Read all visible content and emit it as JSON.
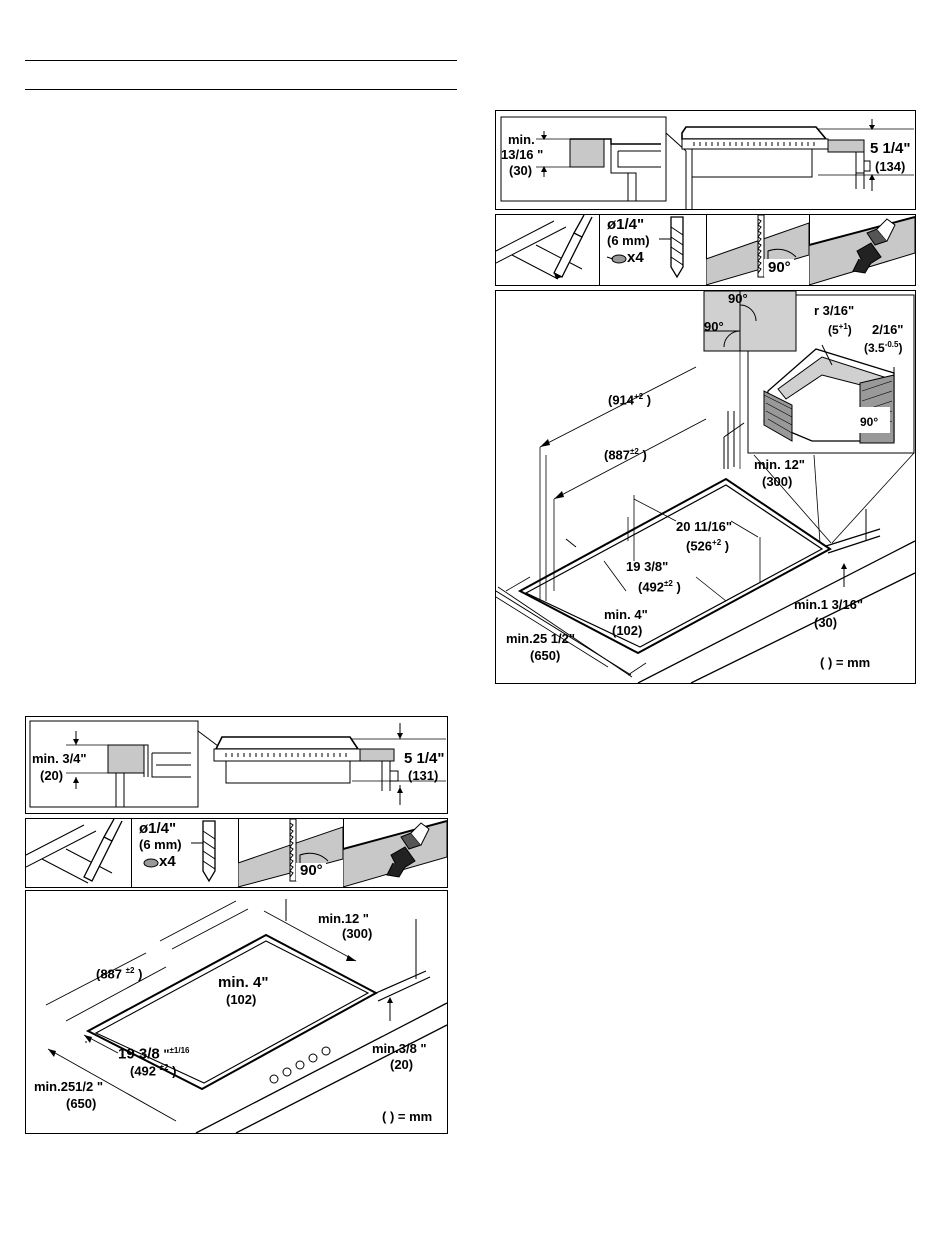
{
  "upper": {
    "profile": {
      "min_label": "min.",
      "min_value": "13/16 \"",
      "min_mm": "(30)",
      "height_value": "5 1/4\"",
      "height_mm": "(134)"
    },
    "tools": {
      "drill_size": "ø1/4\"",
      "drill_mm": "(6 mm)",
      "count": "x4",
      "saw_angle": "90°"
    },
    "cutout": {
      "corner_top": "90°",
      "corner_left": "90°",
      "radius": "r 3/16\"",
      "radius_mm": "(5",
      "radius_tol": "+1",
      "edge": "2/16\"",
      "edge_mm": "(3.5",
      "edge_tol": "-0.5",
      "edge_angle": "90°",
      "dim_914": "(914",
      "dim_914_tol": "+2",
      "dim_887": "(887",
      "dim_887_tol": "±2",
      "min_back": "min. 12\"",
      "min_back_mm": "(300)",
      "width": "20 11/16\"",
      "width_mm": "(526",
      "width_tol": "+2",
      "depth": "19 3/8\"",
      "depth_mm": "(492",
      "depth_tol": "±2",
      "min_side": "min. 4\"",
      "min_side_mm": "(102)",
      "min_front": "min.1 3/16\"",
      "min_front_mm": "(30)",
      "min_depth": "min.25 1/2\"",
      "min_depth_mm": "(650)",
      "unit_note": "( ) = mm"
    }
  },
  "lower": {
    "profile": {
      "min_value": "min. 3/4\"",
      "min_mm": "(20)",
      "height_value": "5 1/4\"",
      "height_mm": "(131)"
    },
    "tools": {
      "drill_size": "ø1/4\"",
      "drill_mm": "(6 mm)",
      "count": "x4",
      "saw_angle": "90°"
    },
    "cutout": {
      "min_back": "min.12 \"",
      "min_back_mm": "(300)",
      "dim_887": "(887",
      "dim_887_tol": "±2",
      "min_side": "min. 4\"",
      "min_side_mm": "(102)",
      "depth": "19 3/8",
      "depth_unit": "\"",
      "depth_tol_in": "±1/16",
      "depth_mm": "(492",
      "depth_mm_tol": "±2",
      "min_front": "min.3/8 \"",
      "min_front_mm": "(20)",
      "min_depth": "min.251/2 \"",
      "min_depth_mm": "(650)",
      "unit_note": "( ) = mm"
    }
  }
}
